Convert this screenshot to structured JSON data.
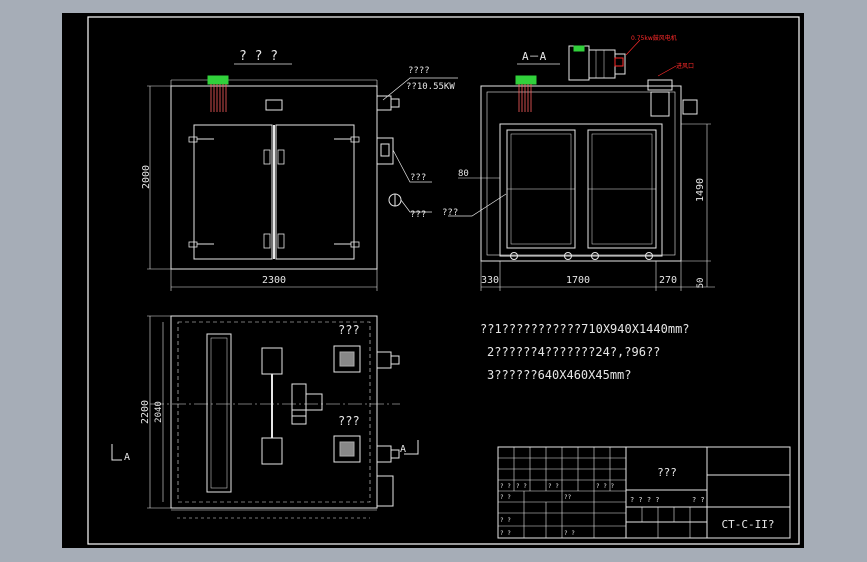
{
  "front_view": {
    "title": "? ? ?",
    "motor_label_1": "????",
    "motor_label_2": "??10.55KW",
    "label_side_1": "???",
    "label_side_2": "???",
    "dim_height": "2000",
    "dim_width": "2300"
  },
  "section_view": {
    "title": "A－A",
    "red_label_1": "0.75kw鼓风电机",
    "red_label_2": "进风口",
    "dim_80": "80",
    "label_left": "???",
    "dim_1490": "1490",
    "dim_330": "330",
    "dim_1700": "1700",
    "dim_270": "270",
    "dim_50": "50"
  },
  "top_view": {
    "dim_2200": "2200",
    "dim_2040": "2040",
    "label_top": "???",
    "label_bottom": "???",
    "section_mark_left": "A",
    "section_mark_right": "A"
  },
  "notes": [
    "??1???????????710X940X1440mm?",
    "2??????4???????24?,?96??",
    "3??????640X460X45mm?"
  ],
  "title_block": {
    "drawing_name": "???",
    "drawing_code": "CT-C-II?",
    "cells": [
      "? ?",
      "? ?",
      "? ?",
      "??",
      "? ?",
      "? ? ? ?",
      "? ?",
      "? ?",
      "? ? ?",
      "? ?",
      "? ?"
    ]
  },
  "colors": {
    "background": "#a6adb7",
    "sheet": "#000000",
    "line": "#e6e6e6",
    "accent_red": "#ff2a2a",
    "accent_green": "#31d13b"
  }
}
